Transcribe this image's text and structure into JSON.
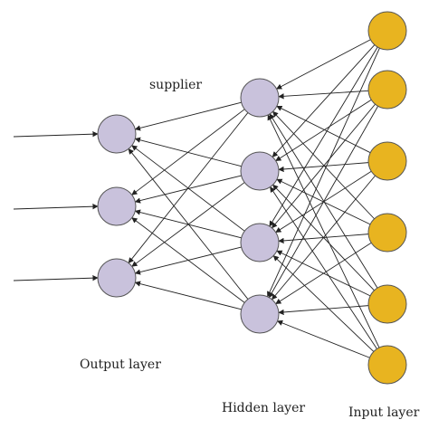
{
  "diagram": {
    "labels": {
      "supplier": "supplier",
      "output_layer": "Output layer",
      "hidden_layer": "Hidden layer",
      "input_layer": "Input layer"
    },
    "layers": {
      "output_nodes": 3,
      "hidden_nodes": 4,
      "input_nodes": 6,
      "incoming_arrows": 3
    },
    "colors": {
      "output_node_fill": "#c9c2dc",
      "hidden_node_fill": "#c9c2dc",
      "input_node_fill": "#e8b420",
      "node_stroke": "#555555",
      "line": "#222222"
    }
  }
}
